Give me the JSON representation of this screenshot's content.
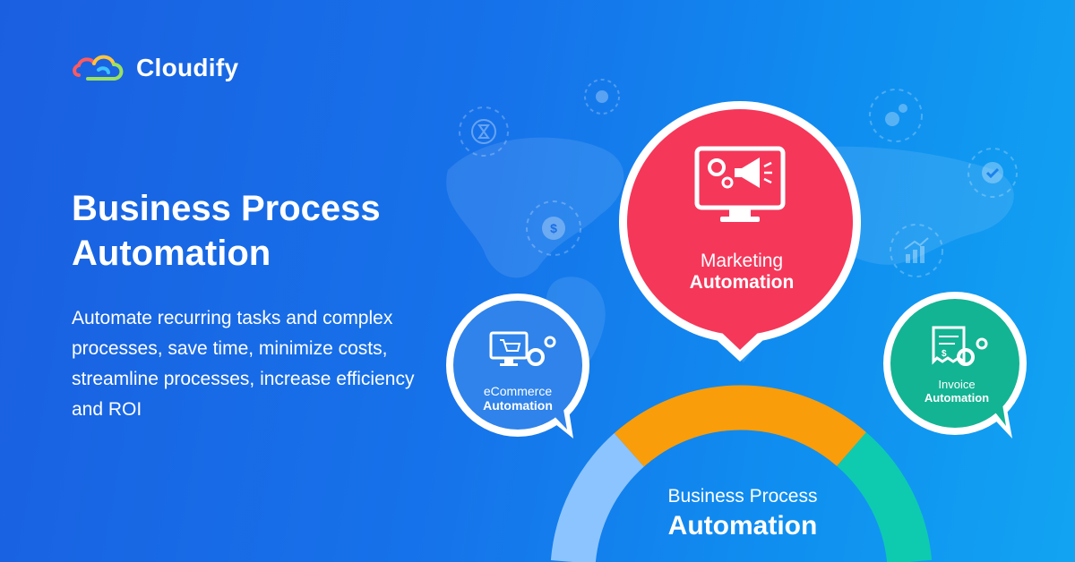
{
  "brand": {
    "name": "Cloudify"
  },
  "hero": {
    "title": "Business Process Automation",
    "description": "Automate recurring tasks and complex processes, save time, minimize costs, streamline processes,  increase efficiency and ROI"
  },
  "diagram": {
    "hub": {
      "line1": "Business Process",
      "line2": "Automation"
    },
    "nodes": {
      "marketing": {
        "line1": "Marketing",
        "line2": "Automation",
        "color": "#f5375a"
      },
      "ecommerce": {
        "line1": "eCommerce",
        "line2": "Automation",
        "color": "#2f83ea"
      },
      "invoice": {
        "line1": "Invoice",
        "line2": "Automation",
        "color": "#13b493"
      }
    },
    "arc_colors": {
      "left": "#8cc4ff",
      "top": "#f99d0b",
      "right": "#0ecbb0"
    }
  },
  "decor_icons": [
    "hourglass-icon",
    "gear-icon",
    "dollar-icon",
    "gears-icon",
    "checkmark-icon",
    "growth-chart-icon",
    "world-map"
  ]
}
